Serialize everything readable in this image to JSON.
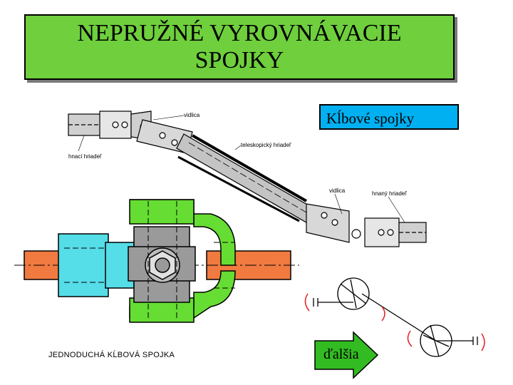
{
  "title": {
    "line1": "NEPRUŽNÉ VYROVNÁVACIE",
    "line2": "SPOJKY"
  },
  "section_label": "Kĺbové spojky",
  "upper_diagram": {
    "labels": {
      "vidlica_top": "vidlica",
      "hnaci": "hnací hriadeľ",
      "teleskopicky": "teleskopický hriadeľ",
      "vidlica_right": "vidlica",
      "hnany": "hnaný hriadeľ"
    }
  },
  "caption": "JEDNODUCHÁ KĹBOVÁ SPOJKA",
  "next_button": "ďalšia",
  "colors": {
    "title_bg": "#6fcf3d",
    "label_bg": "#00b0f0",
    "green": "#66dd33",
    "cyan": "#55dde8",
    "orange": "#f07a40",
    "gray": "#9a9a9a"
  }
}
